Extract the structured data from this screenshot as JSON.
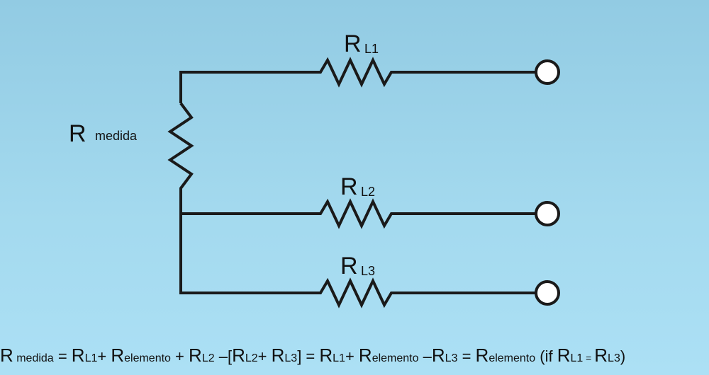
{
  "labels": {
    "r_measured": {
      "main": "R",
      "sub": "medida"
    },
    "rl1": {
      "main": "R",
      "sub": "L1"
    },
    "rl2": {
      "main": "R",
      "sub": "L2"
    },
    "rl3": {
      "main": "R",
      "sub": "L3"
    }
  },
  "formula": {
    "r_measured": {
      "main": "R",
      "sub": " medida"
    },
    "eq1": " = ",
    "rl1_a": {
      "main": "R",
      "sub": "L1"
    },
    "plus1": "+ ",
    "relem_a": {
      "main": "R",
      "sub": "elemento"
    },
    "plus2": " + ",
    "rl2_a": {
      "main": "R",
      "sub": "L2"
    },
    "minus_bracket": " –[",
    "rl2_b": {
      "main": "R",
      "sub": "L2"
    },
    "plus3": "+ ",
    "rl3_a": {
      "main": "R",
      "sub": "L3"
    },
    "bracket_eq": "] = ",
    "rl1_b": {
      "main": "R",
      "sub": "L1"
    },
    "plus4": "+ ",
    "relem_b": {
      "main": "R",
      "sub": "elemento"
    },
    "minus2": " –",
    "rl3_b": {
      "main": "R",
      "sub": "L3"
    },
    "eq3": " = ",
    "relem_c": {
      "main": "R",
      "sub": "elemento"
    },
    "cond_open": " (if ",
    "rl1_c": {
      "main": "R",
      "sub": "L1"
    },
    "cond_eq": " = ",
    "rl3_c": {
      "main": "R",
      "sub": "L3"
    },
    "cond_close": ")"
  },
  "colors": {
    "background_top": "#92cbe3",
    "background_bottom": "#ace0f5",
    "wire": "#1a1a1a",
    "terminal_fill": "#ffffff"
  }
}
